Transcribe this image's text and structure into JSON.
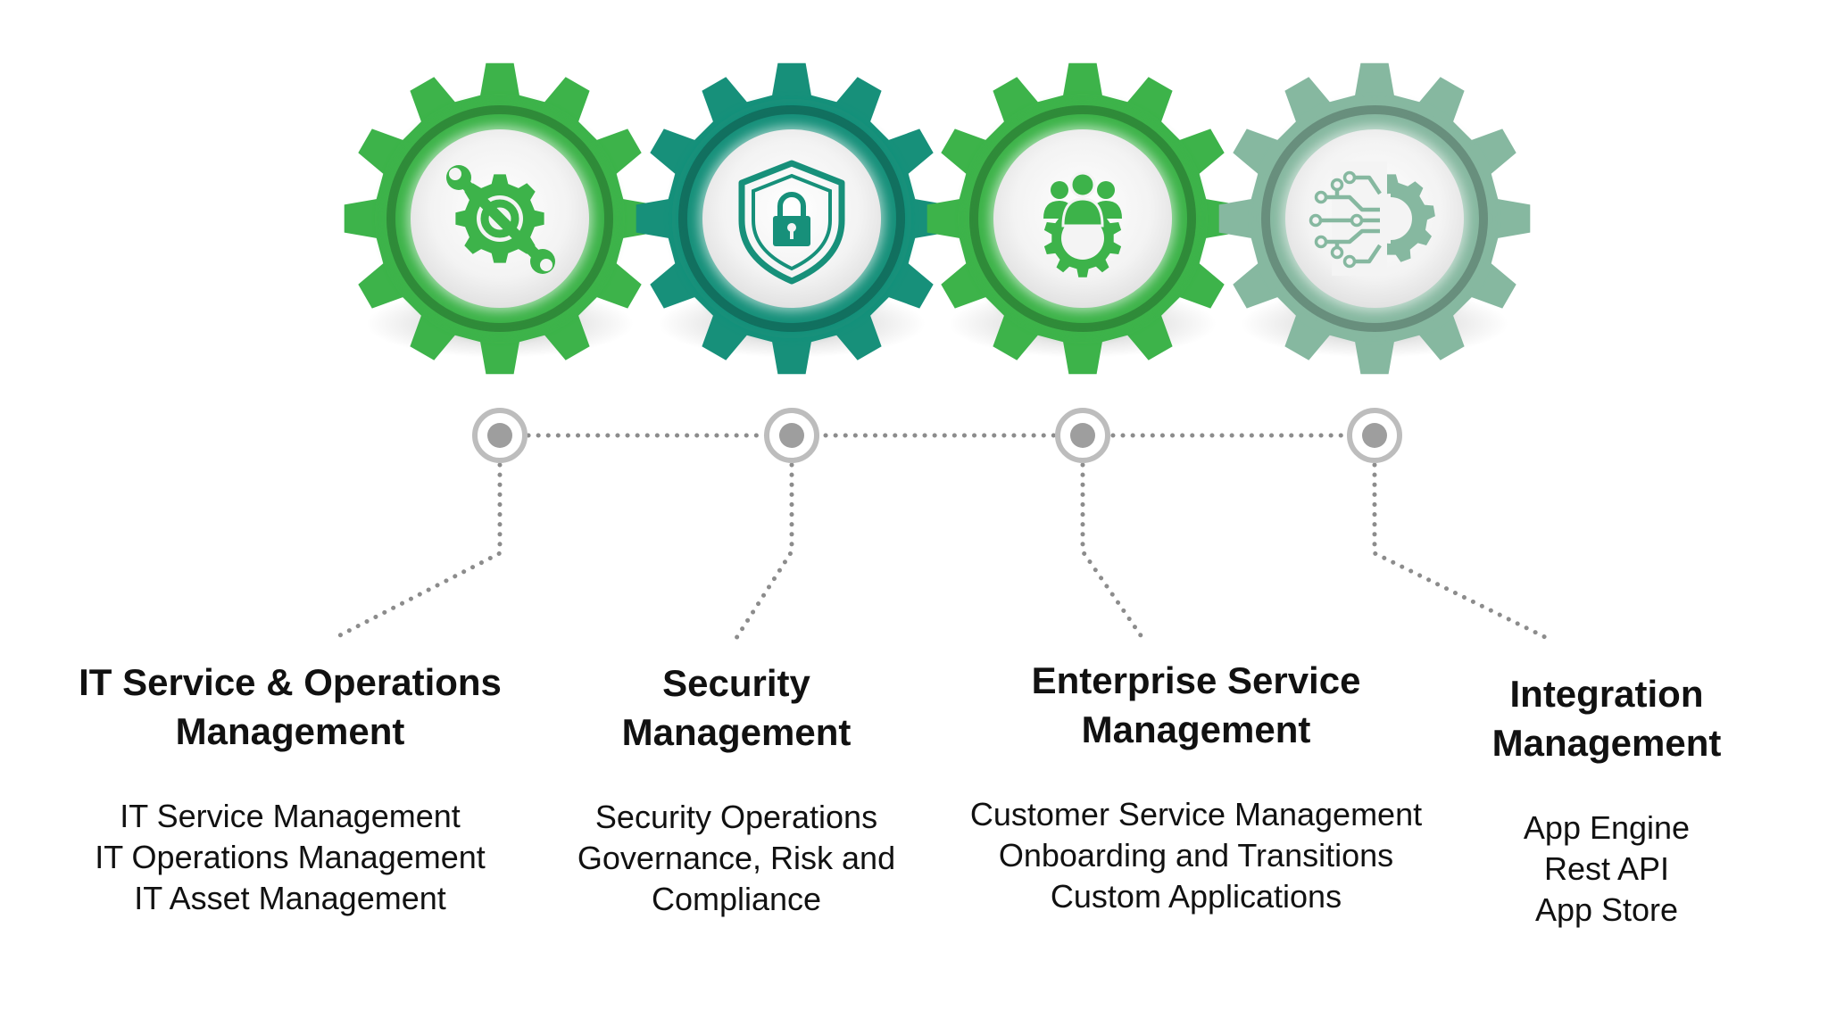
{
  "colors": {
    "green": "#3db34a",
    "teal": "#17907a",
    "sage": "#86b8a0",
    "connector": "#8c8c8c",
    "node_ring": "#bdbdbd",
    "node_dot": "#9e9e9e"
  },
  "modules": [
    {
      "icon": "wrench-gear-icon",
      "color": "green",
      "title": "IT Service & Operations\nManagement",
      "items": [
        "IT Service Management",
        "IT Operations Management",
        "IT Asset Management"
      ]
    },
    {
      "icon": "shield-lock-icon",
      "color": "teal",
      "title": "Security\nManagement",
      "items": [
        "Security Operations",
        "Governance, Risk and",
        "Compliance"
      ]
    },
    {
      "icon": "team-gear-icon",
      "color": "green",
      "title": "Enterprise Service\nManagement",
      "items": [
        "Customer Service Management",
        "Onboarding and Transitions",
        "Custom Applications"
      ]
    },
    {
      "icon": "circuit-gear-icon",
      "color": "sage",
      "title": "Integration\nManagement",
      "items": [
        "App Engine",
        "Rest API",
        "App Store"
      ]
    }
  ]
}
